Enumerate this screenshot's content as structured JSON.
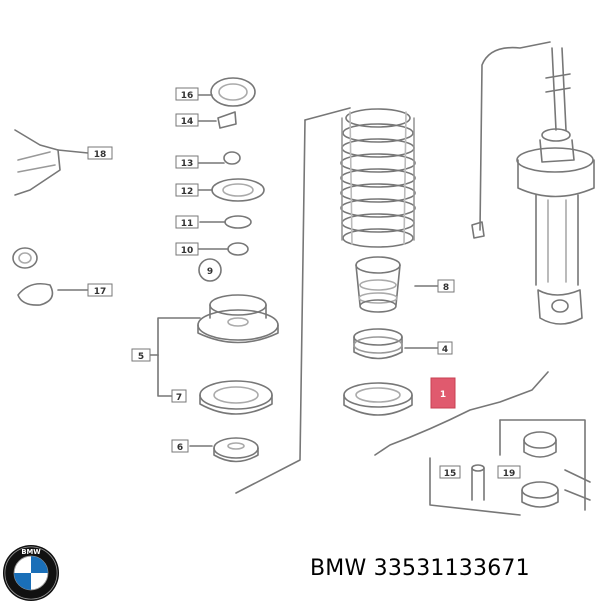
{
  "callouts": {
    "c16": "16",
    "c14": "14",
    "c13": "13",
    "c12": "12",
    "c11": "11",
    "c10": "10",
    "c9": "9",
    "c8": "8",
    "c7": "7",
    "c5": "5",
    "c6": "6",
    "c4": "4",
    "c1": "1",
    "c18": "18",
    "c17": "17",
    "c19": "19",
    "c15": "15"
  },
  "highlight_color": "#e05a6e",
  "logo": {
    "brand_text": "BMW",
    "ring_color": "#111111",
    "blue": "#1a6fb8"
  },
  "caption": {
    "text": "BMW 33531133671"
  }
}
